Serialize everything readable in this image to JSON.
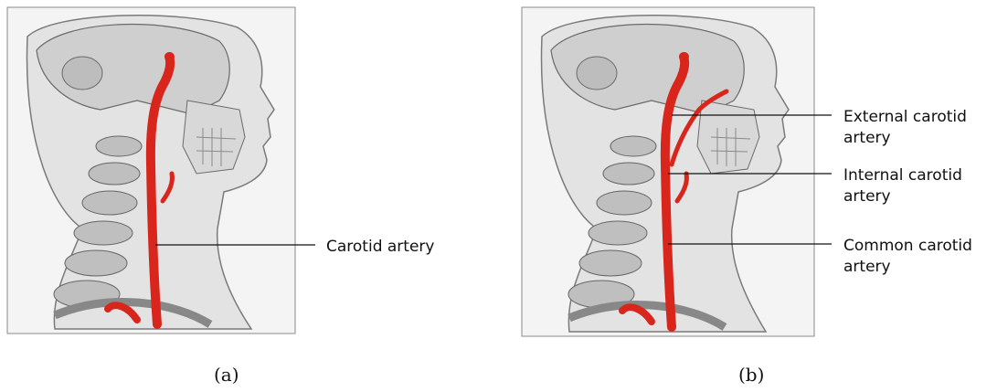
{
  "panels": [
    {
      "caption": "(a)",
      "labels": [
        "Carotid artery"
      ]
    },
    {
      "caption": "(b)",
      "labels": [
        "External carotid\nartery",
        "Internal carotid\nartery",
        "Common carotid\nartery"
      ]
    }
  ],
  "colors": {
    "artery": "#d8261c",
    "bone": "#c9c9c9",
    "skin": "#e6e6e6",
    "outline": "#555555"
  }
}
